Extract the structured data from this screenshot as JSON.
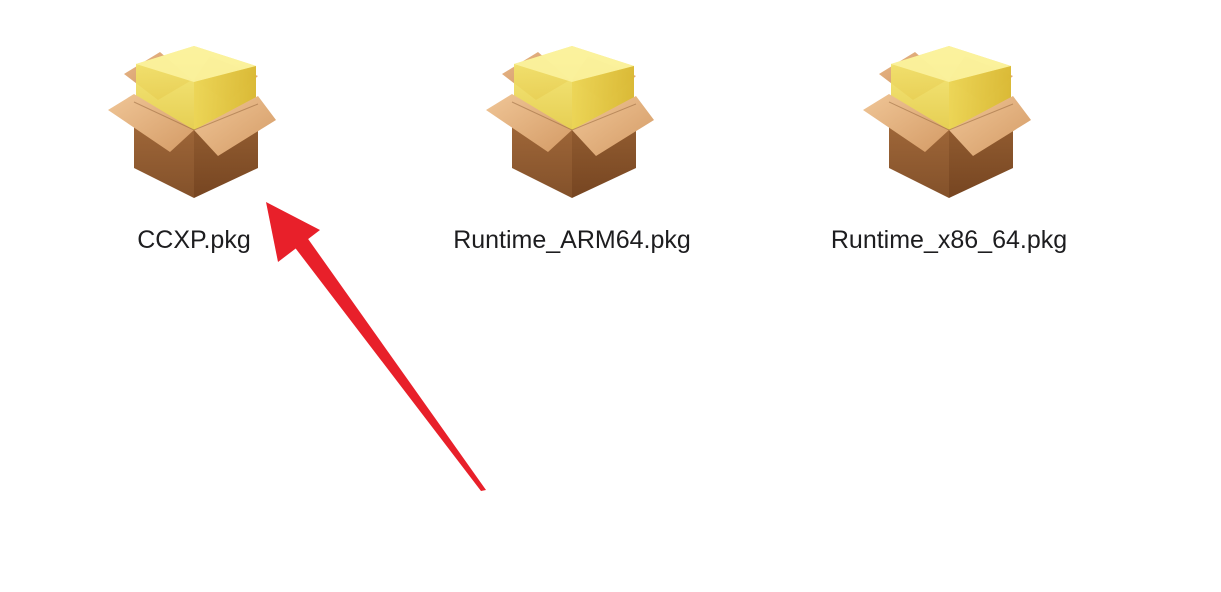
{
  "files": [
    {
      "name": "CCXP.pkg",
      "icon": "package-icon"
    },
    {
      "name": "Runtime_ARM64.pkg",
      "icon": "package-icon"
    },
    {
      "name": "Runtime_x86_64.pkg",
      "icon": "package-icon"
    }
  ],
  "annotation": {
    "type": "arrow",
    "color": "#e8202a",
    "points_to": "CCXP.pkg"
  }
}
